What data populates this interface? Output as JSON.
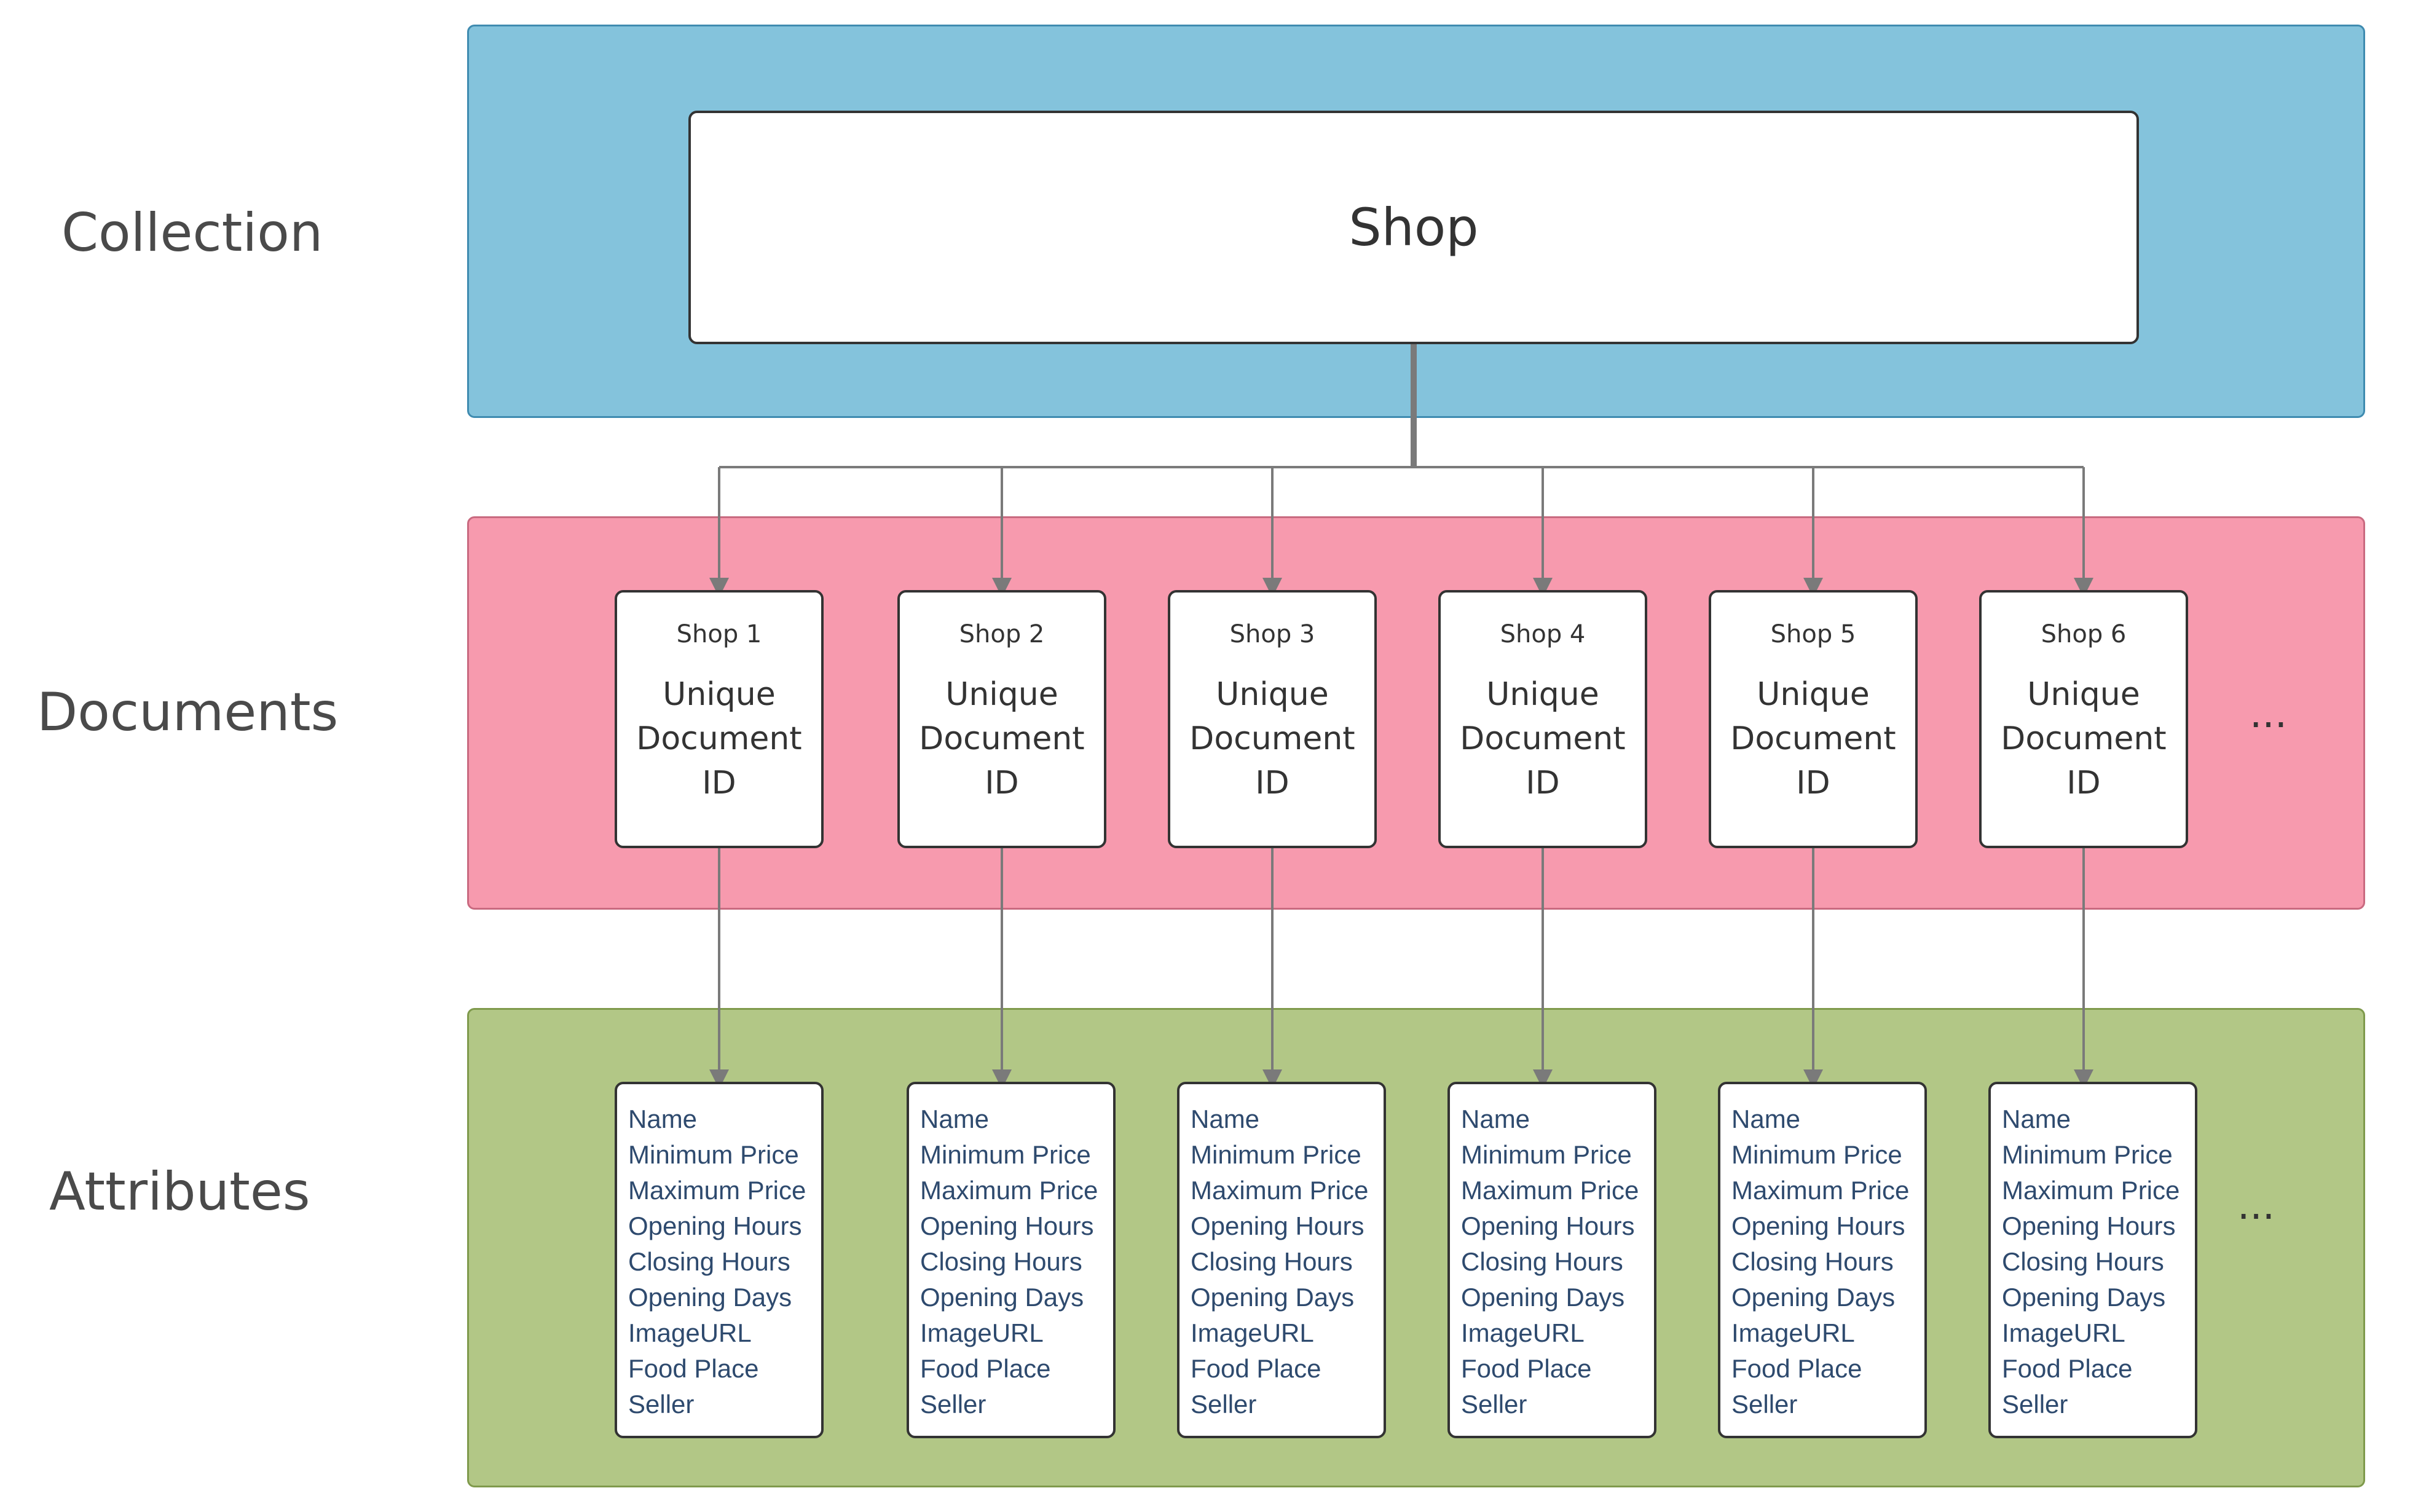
{
  "rows": {
    "collection_label": "Collection",
    "documents_label": "Documents",
    "attributes_label": "Attributes"
  },
  "collection": {
    "name": "Shop"
  },
  "documents": [
    {
      "name": "Shop 1",
      "id_label": "Unique\nDocument\nID"
    },
    {
      "name": "Shop 2",
      "id_label": "Unique\nDocument\nID"
    },
    {
      "name": "Shop 3",
      "id_label": "Unique\nDocument\nID"
    },
    {
      "name": "Shop 4",
      "id_label": "Unique\nDocument\nID"
    },
    {
      "name": "Shop 5",
      "id_label": "Unique\nDocument\nID"
    },
    {
      "name": "Shop 6",
      "id_label": "Unique\nDocument\nID"
    }
  ],
  "attributes": [
    "Name",
    "Minimum Price",
    "Maximum Price",
    "Opening Hours",
    "Closing Hours",
    "Opening Days",
    "ImageURL",
    "Food Place",
    "Seller"
  ],
  "more_documents": "...",
  "more_attributes": "...",
  "colors": {
    "collection_band": "#84c3dc",
    "documents_band": "#f79aae",
    "attributes_band": "#b2c786",
    "connector": "#7a7a7a",
    "attribute_text": "#2e4a6e"
  }
}
